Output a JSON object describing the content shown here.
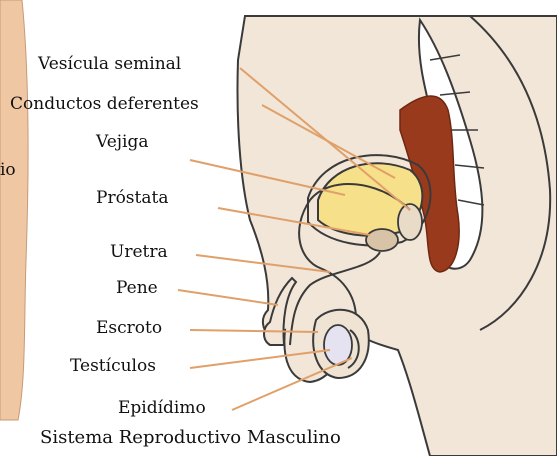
{
  "caption": "Sistema Reproductivo Masculino",
  "side_fragment": "io",
  "labels": [
    {
      "id": "vesicula-seminal",
      "text": "Vesícula seminal"
    },
    {
      "id": "conductos-deferentes",
      "text": "Conductos deferentes"
    },
    {
      "id": "vejiga",
      "text": "Vejiga"
    },
    {
      "id": "prostata",
      "text": "Próstata"
    },
    {
      "id": "uretra",
      "text": "Uretra"
    },
    {
      "id": "pene",
      "text": "Pene"
    },
    {
      "id": "escroto",
      "text": "Escroto"
    },
    {
      "id": "testiculos",
      "text": "Testículos"
    },
    {
      "id": "epididimo",
      "text": "Epidídimo"
    }
  ],
  "colors": {
    "skin": "#f2e6d8",
    "skin_shadow": "#e6d3bd",
    "bladder": "#f7e08a",
    "rectum": "#9a3a1c",
    "spine": "#ffffff",
    "outline": "#3a3a3a",
    "leader": "#e0a06a",
    "left_figure": "#f0c7a3"
  }
}
